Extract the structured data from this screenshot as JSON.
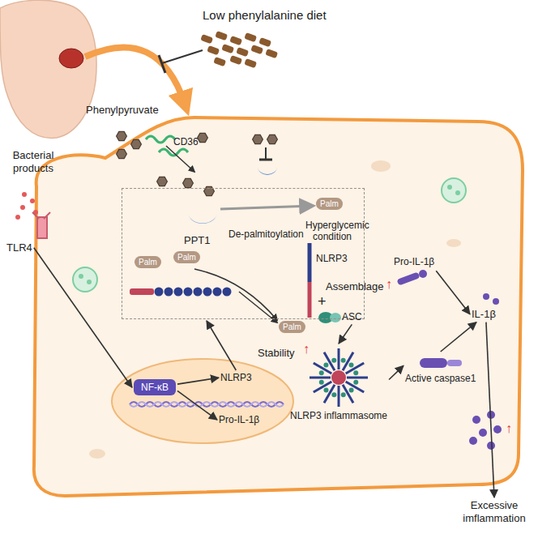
{
  "diagram": {
    "nodes": [
      {
        "text": [
          "Low phenylalanine diet"
        ]
      },
      {
        "text": [
          "Phenylpyruvate"
        ]
      },
      {
        "text": [
          "CD36"
        ]
      },
      {
        "text": [
          "Bacterial products"
        ]
      },
      {
        "text": [
          "TLR4"
        ]
      },
      {
        "text": [
          "Hyperglycemic condition"
        ]
      },
      {
        "text": [
          "PPT1"
        ],
        "in": 5
      },
      {
        "text": [
          "NF-κB"
        ]
      },
      {
        "text": [
          "NLRP3"
        ]
      },
      {
        "text": [
          "Pro-IL-1β"
        ]
      },
      {
        "text": [
          "ASC"
        ]
      },
      {
        "text": [
          "NLRP3 inflammasome"
        ]
      },
      {
        "text": [
          "Active caspase1"
        ]
      },
      {
        "text": [
          "Pro-IL-1β"
        ]
      },
      {
        "text": [
          "IL-1β"
        ]
      },
      {
        "text": [
          "Excessive imflammation"
        ]
      }
    ],
    "edges": [
      {
        "from": 4,
        "to": 7,
        "arrow": "to"
      },
      {
        "from": 7,
        "to": 8,
        "arrow": "to"
      },
      {
        "from": 7,
        "to": 9,
        "arrow": "to"
      },
      {
        "from": 8,
        "to": 5,
        "arrow": "to"
      },
      {
        "from": 10,
        "to": 11,
        "arrow": "to"
      },
      {
        "from": 11,
        "to": 12,
        "arrow": "to"
      },
      {
        "from": 12,
        "to": 14,
        "arrow": "to"
      },
      {
        "from": 13,
        "to": 14,
        "arrow": "to"
      },
      {
        "from": 14,
        "to": 15,
        "arrow": "to"
      }
    ],
    "labels": [
      "Palm",
      "Palm",
      "Palm",
      "Palm",
      "De-palmitoylation",
      "NLRP3",
      "Stability",
      "↑",
      "+",
      "Assemblage",
      "↑",
      "↑"
    ]
  }
}
